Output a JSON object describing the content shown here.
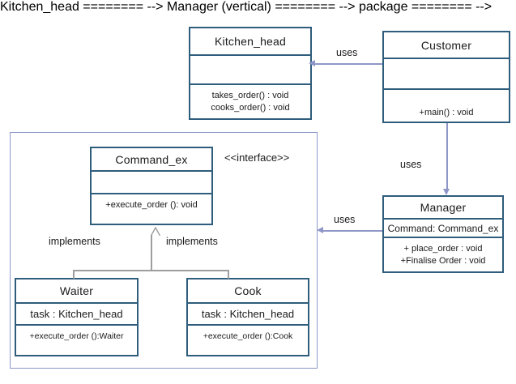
{
  "diagram": {
    "type": "uml-class-diagram",
    "background": "#ffffff",
    "class_border_color": "#2f5d7c",
    "connector_color": "#8e97c8",
    "package_border_color": "#8e97c8"
  },
  "classes": {
    "kitchen_head": {
      "name": "Kitchen_head",
      "attributes": [],
      "operations": [
        "takes_order() : void",
        "cooks_order() : void"
      ]
    },
    "customer": {
      "name": "Customer",
      "attributes": [],
      "operations": [
        "+main() : void"
      ]
    },
    "manager": {
      "name": "Manager",
      "attributes": [
        "Command: Command_ex"
      ],
      "operations": [
        "+ place_order : void",
        "+Finalise Order : void"
      ]
    },
    "command_ex": {
      "name": "Command_ex",
      "stereotype": "<<interface>>",
      "attributes": [],
      "operations": [
        "+execute_order (): void"
      ]
    },
    "waiter": {
      "name": "Waiter",
      "attributes": [
        "task : Kitchen_head"
      ],
      "operations": [
        "+execute_order ():Waiter"
      ]
    },
    "cook": {
      "name": "Cook",
      "attributes": [
        "task : Kitchen_head"
      ],
      "operations": [
        "+execute_order ():Cook"
      ]
    }
  },
  "relationships": {
    "customer_uses_kitchen_head": "uses",
    "customer_uses_manager": "uses",
    "manager_uses_package": "uses",
    "waiter_implements": "implements",
    "cook_implements": "implements"
  }
}
